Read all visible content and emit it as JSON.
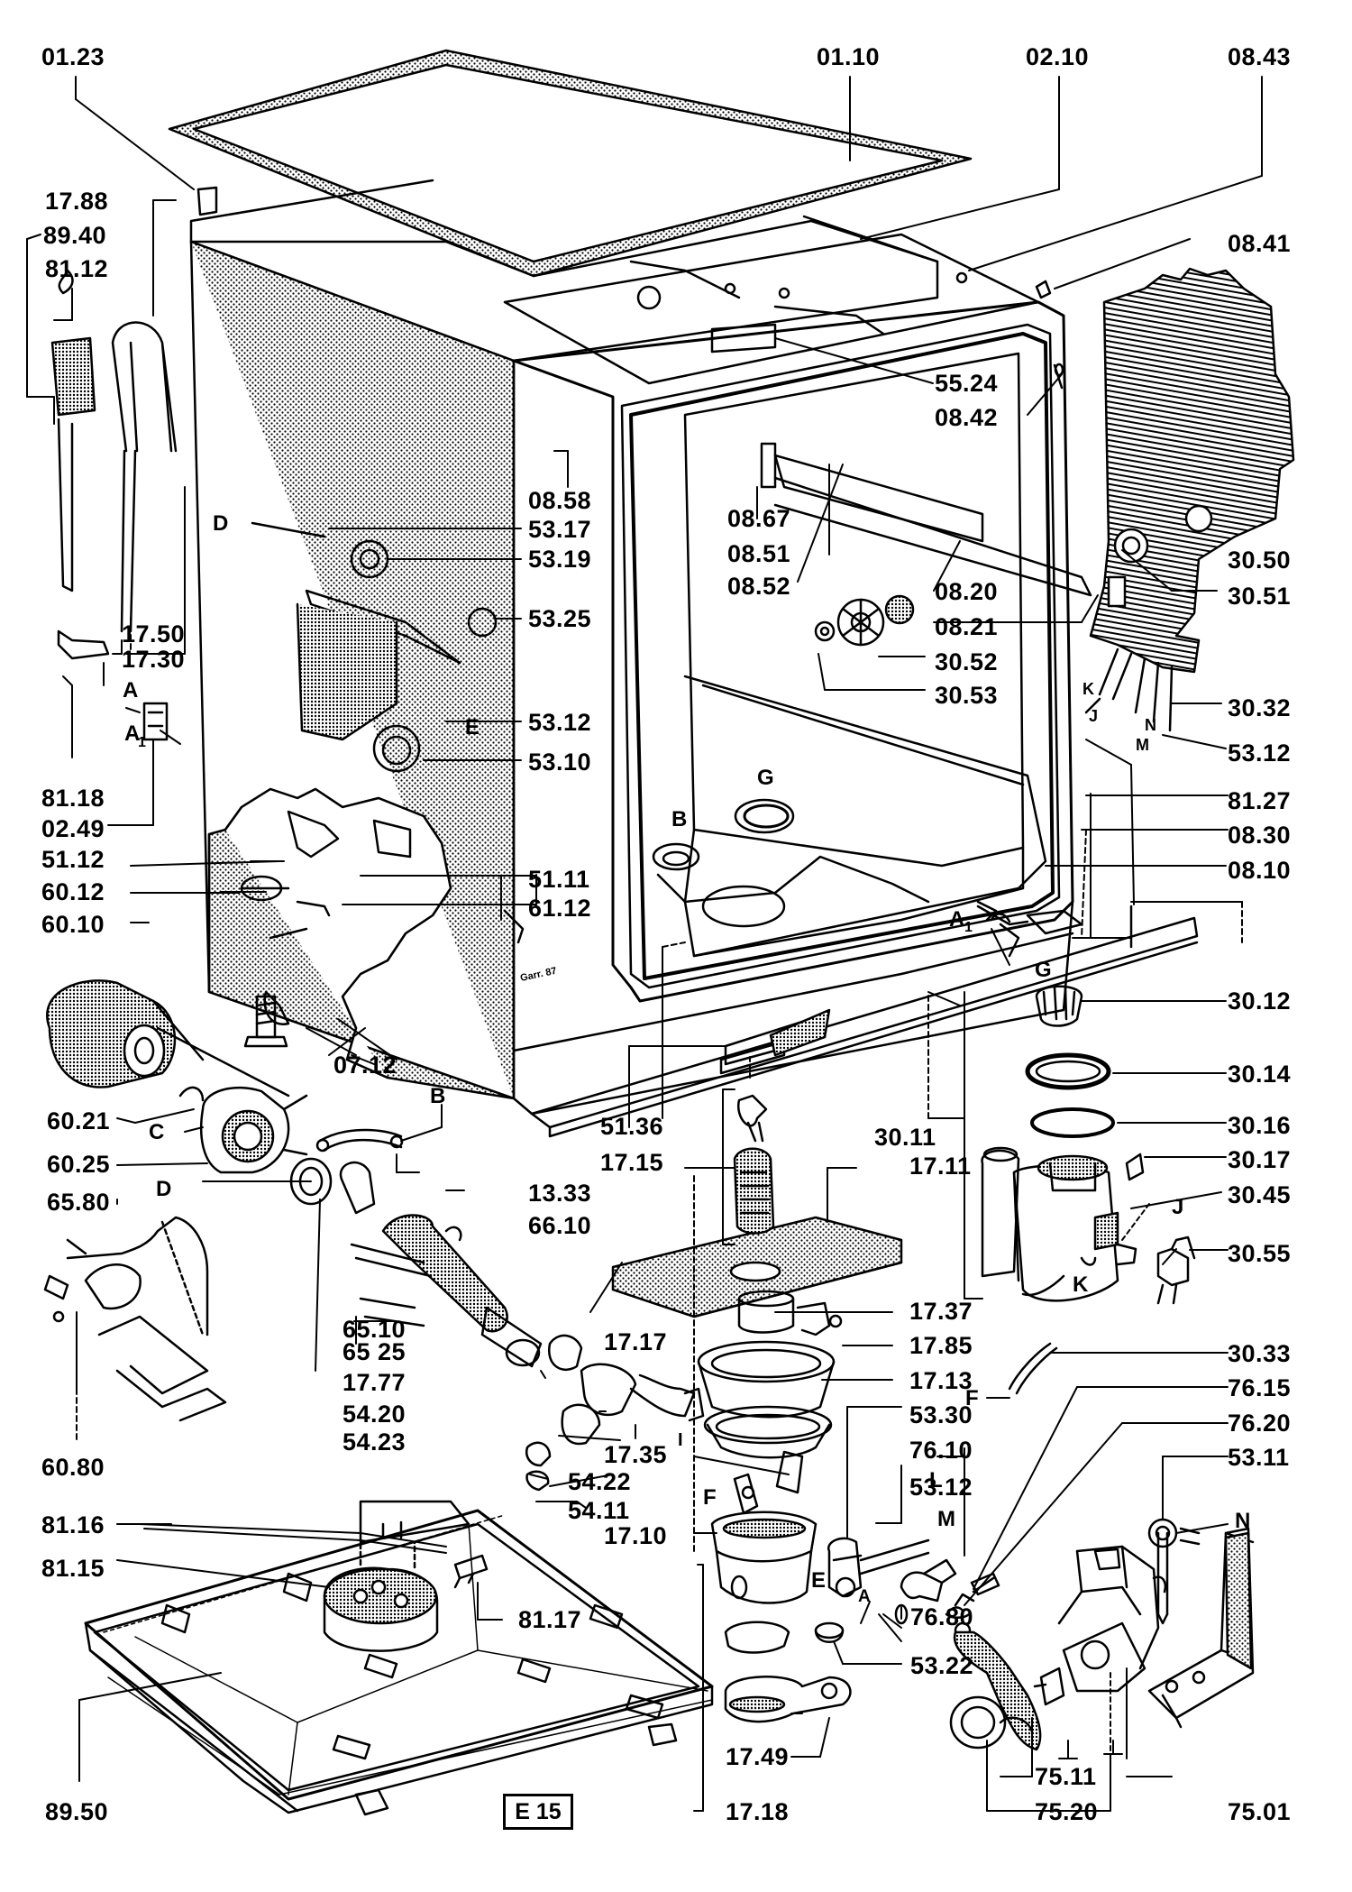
{
  "page_code": "E 15",
  "labels": {
    "l_0123": "01.23",
    "l_0110": "01.10",
    "l_0210": "02.10",
    "l_0843": "08.43",
    "l_1788": "17.88",
    "l_8940": "89.40",
    "l_8112": "81.12",
    "l_0841": "08.41",
    "l_5524": "55.24",
    "l_0842": "08.42",
    "l_0858": "08.58",
    "l_5317": "53.17",
    "l_5319": "53.19",
    "l_0867": "08.67",
    "l_0851": "08.51",
    "l_0852": "08.52",
    "l_0820": "08.20",
    "l_3050": "30.50",
    "l_3051": "30.51",
    "l_5325": "53.25",
    "l_1750": "17.50",
    "l_1730": "17.30",
    "l_0821": "08.21",
    "l_3052": "30.52",
    "l_3053": "30.53",
    "l_3032": "30.32",
    "l_5312a": "53.12",
    "l_5310": "53.10",
    "l_5312b": "53.12",
    "l_8118": "81.18",
    "l_0249": "02.49",
    "l_8127": "81.27",
    "l_0830": "08.30",
    "l_5112": "51.12",
    "l_5111": "51.11",
    "l_0810": "08.10",
    "l_6012": "60.12",
    "l_6112": "61.12",
    "l_6010": "60.10",
    "l_3012": "30.12",
    "l_0712": "07.12",
    "l_3014": "30.14",
    "l_6021": "60.21",
    "l_5136": "51.36",
    "l_3011": "30.11",
    "l_3016": "30.16",
    "l_6025": "60.25",
    "l_1715": "17.15",
    "l_1711": "17.11",
    "l_3017": "30.17",
    "l_1333": "13.33",
    "l_6580": "65.80",
    "l_3045": "30.45",
    "l_6610": "66.10",
    "l_3055": "30.55",
    "l_6510": "65.10",
    "l_1737": "17.37",
    "l_6525": "65 25",
    "l_1785": "17.85",
    "l_1777": "17.77",
    "l_1717": "17.17",
    "l_3033": "30.33",
    "l_1713": "17.13",
    "l_5420": "54.20",
    "l_5330": "53.30",
    "l_7615": "76.15",
    "l_5423": "54.23",
    "l_7610": "76.10",
    "l_7620": "76.20",
    "l_1735": "17.35",
    "l_6080": "60.80",
    "l_5422": "54.22",
    "l_5312c": "53.12",
    "l_5311": "53.11",
    "l_5411": "54.11",
    "l_8116": "81.16",
    "l_1710": "17.10",
    "l_8115": "81.15",
    "l_8117": "81.17",
    "l_7680": "76.80",
    "l_5322": "53.22",
    "l_1749": "17.49",
    "l_7511": "75.11",
    "l_8950": "89.50",
    "l_1718": "17.18",
    "l_7520": "75.20",
    "l_7501": "75.01"
  },
  "letters": {
    "D1": "D",
    "A": "A",
    "A1": "A",
    "A1_sub": "1",
    "E1": "E",
    "B1": "B",
    "G1": "G",
    "K1": "K",
    "J1": "J",
    "N1": "N",
    "M1": "M",
    "A1b": "A",
    "A1b_sub": "1",
    "G2": "G",
    "C": "C",
    "D2": "D",
    "B2": "B",
    "J2": "J",
    "K2": "K",
    "F1": "F",
    "F2": "F",
    "L": "L",
    "M2": "M",
    "E2": "E",
    "A2": "A",
    "N2": "N",
    "I": "I"
  },
  "stamp_text": "Garr. 87"
}
